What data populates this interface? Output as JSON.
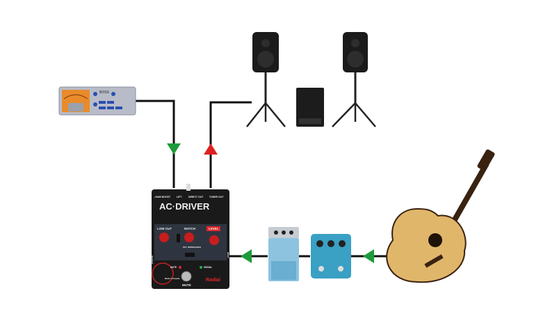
{
  "diagram": {
    "ac_driver": {
      "brand_title": "AC·DRIVER",
      "jacks": [
        "-20dB BOOST",
        "LIFT",
        "DIRECT OUT",
        "TUNER OUT"
      ],
      "knobs": [
        "LOW CUT",
        "NOTCH",
        "LEVEL"
      ],
      "notch_switch": [
        "OFF",
        "NORMAL",
        "HIGH"
      ],
      "side_labels": {
        "left": "OUTPUT",
        "right": "INPUT"
      },
      "leds": [
        "MUTE",
        "SIGNAL"
      ],
      "footswitch": "MUTE",
      "logo": "Radial",
      "made_in": "Made in Canada"
    },
    "tuner": {
      "brand": "BOSS"
    },
    "colors": {
      "signal_in": "#1e9a3a",
      "signal_out": "#e02020",
      "cable": "#111111",
      "accent": "#e0262b"
    }
  }
}
